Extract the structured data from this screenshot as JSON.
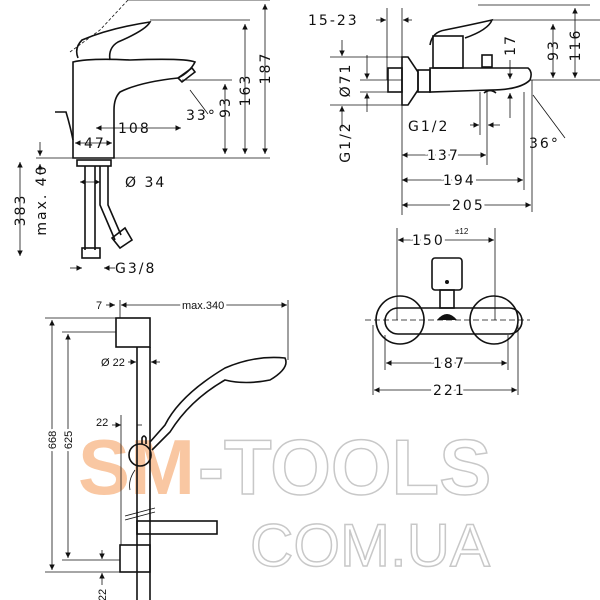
{
  "basin_mixer": {
    "dims": {
      "total_height": "187",
      "lever_height": "163",
      "spout_height": "93",
      "spout_angle": "33°",
      "spout_reach": "108",
      "body_width": "47",
      "hole_diameter": "Ø 34",
      "hose_length": "383",
      "max_thickness": "max. 40",
      "connection": "G3/8"
    }
  },
  "bath_mixer": {
    "dims": {
      "offset": "15-23",
      "flange_diameter": "Ø71",
      "inlet_thread": "G1/2",
      "spout_drop": "17",
      "height_93": "93",
      "height_116": "116",
      "outlet_thread": "G1/2",
      "spout_angle": "36°",
      "depth_137": "137",
      "depth_194": "194",
      "depth_205": "205"
    }
  },
  "bath_mixer_front": {
    "dims": {
      "centers": "150",
      "tolerance": "±12",
      "width_187": "187",
      "width_221": "221"
    }
  },
  "shower_set": {
    "dims": {
      "wall_gap": "7",
      "max_reach": "max.340",
      "rail_diameter": "Ø 22",
      "rail_offset": "22",
      "total_height": "668",
      "rail_height": "625",
      "bottom_offset": "22"
    }
  },
  "watermark": {
    "line1_accent": "SM",
    "line1_rest": "-TOOLS",
    "line2": "COM.UA",
    "accent_color": "#f5a25d",
    "outline_color": "#c8c8c8"
  }
}
